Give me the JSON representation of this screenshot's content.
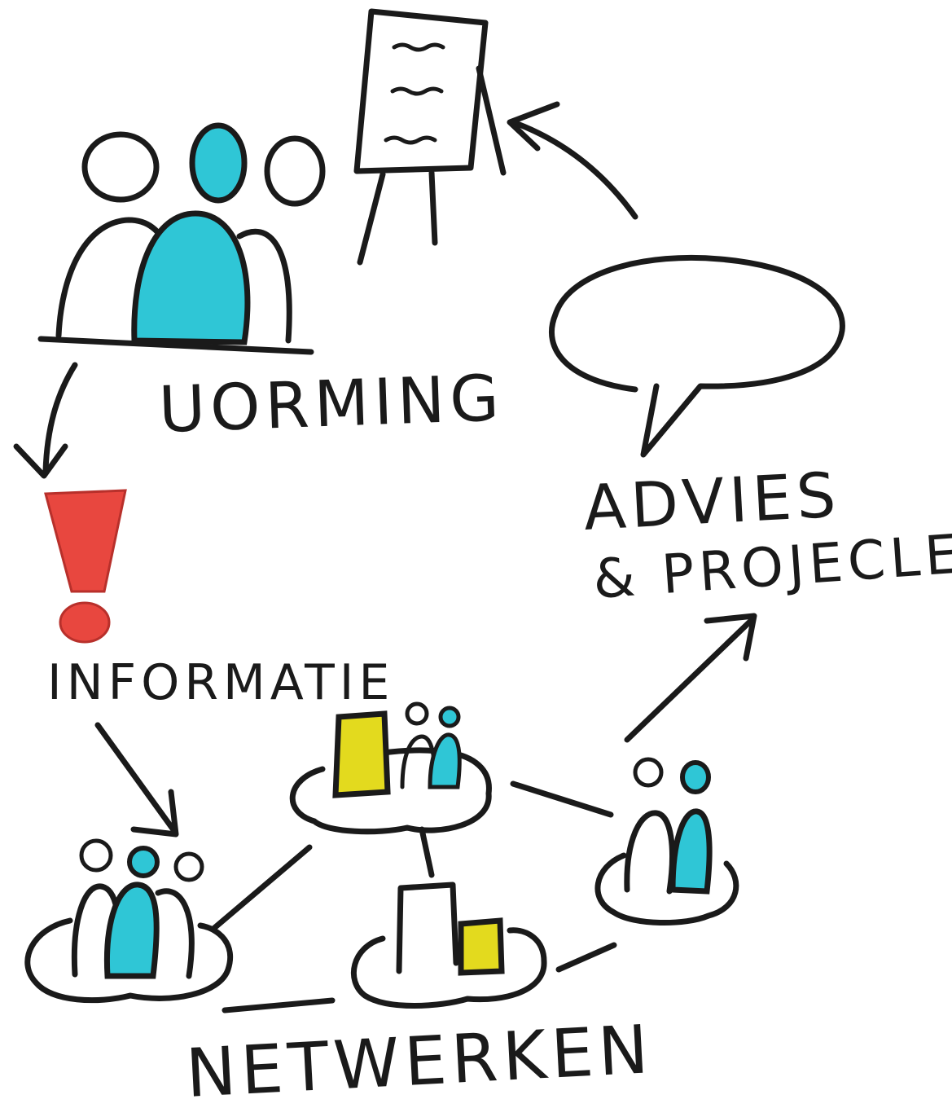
{
  "labels": {
    "vorming": "UORMING",
    "informatie": "INFORMATIE",
    "advies_line1": "ADVIES",
    "advies_line2": "& PROJECLEN",
    "netwerken": "NETWERKEN"
  },
  "colors": {
    "ink": "#1a1a1a",
    "cyan": "#2fc6d6",
    "red": "#e8473f",
    "yellow": "#e3da1e"
  },
  "icons": [
    "people-group-icon",
    "flipchart-icon",
    "speech-bubble-icon",
    "exclamation-icon",
    "network-cloud-icon",
    "buildings-icon"
  ]
}
